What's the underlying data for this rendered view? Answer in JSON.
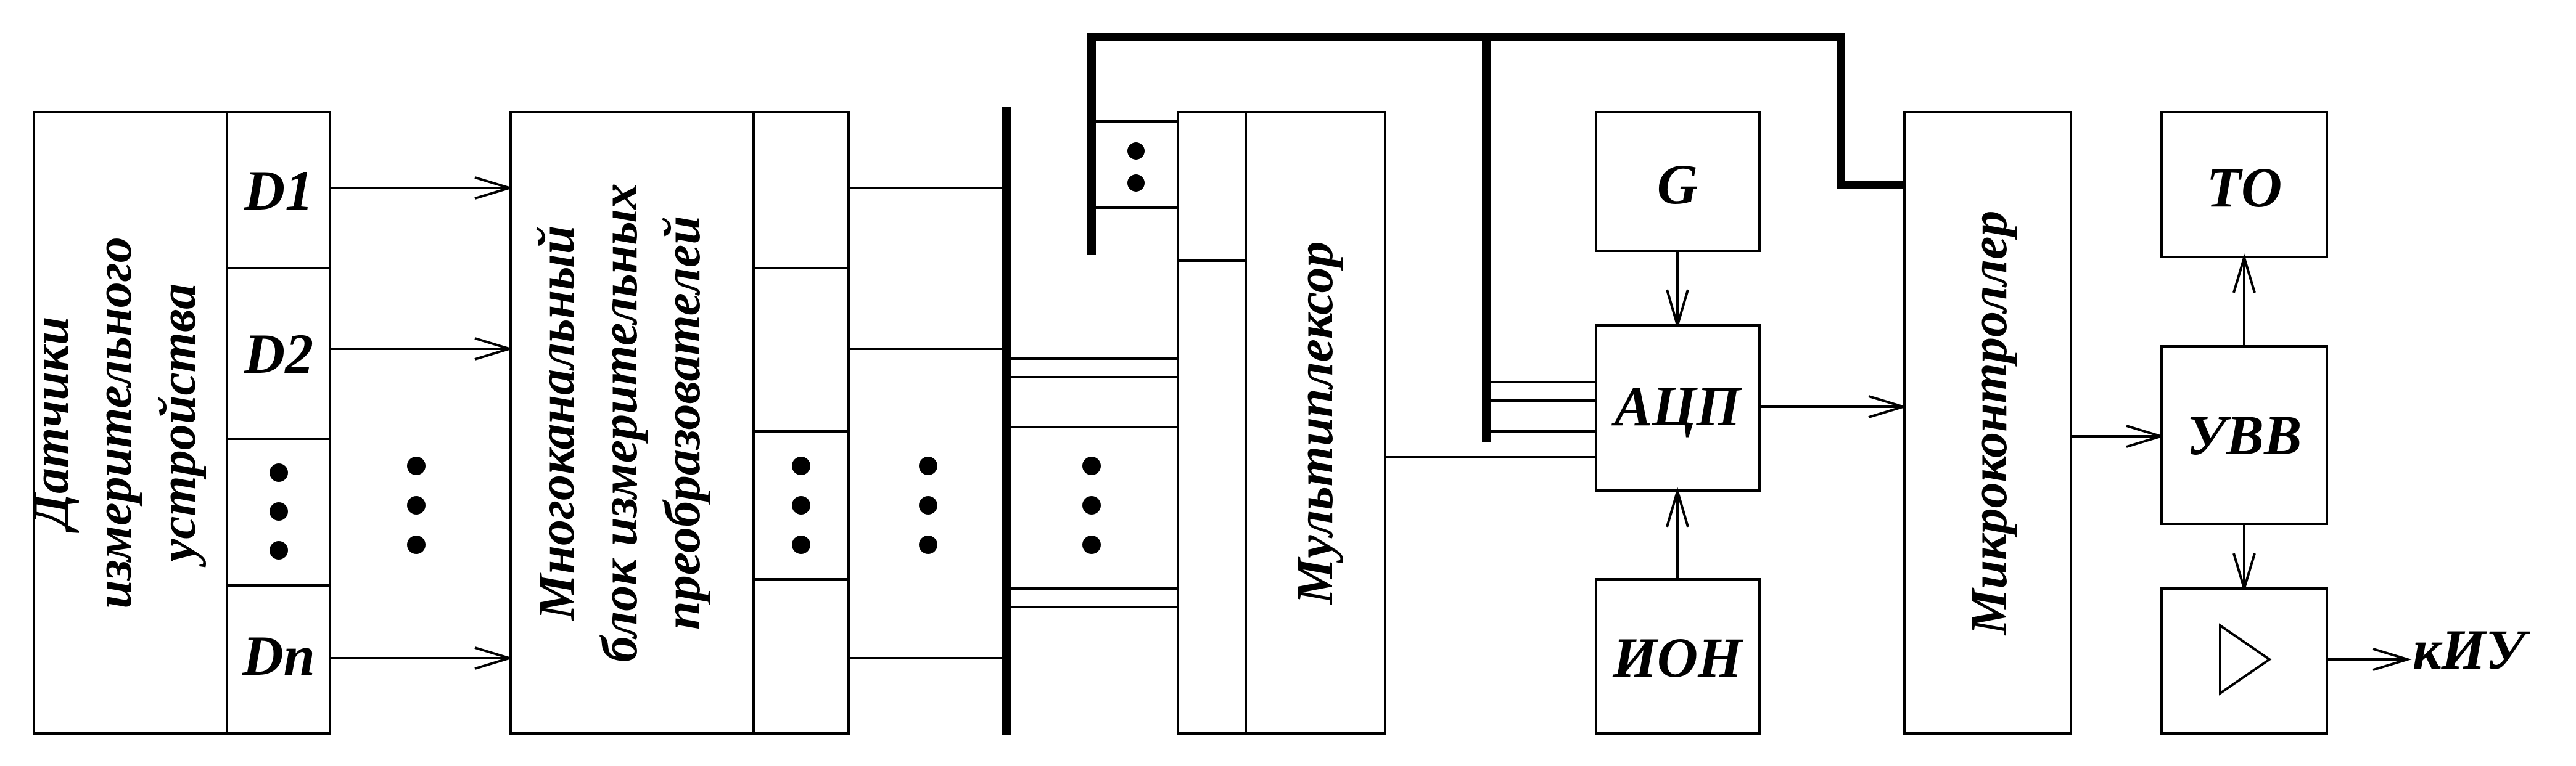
{
  "blocks": {
    "sensors": {
      "lines": [
        "Датчики",
        "измерительного",
        "устройства"
      ]
    },
    "sensor_cells": [
      "D1",
      "D2",
      "Dn"
    ],
    "converters": {
      "lines": [
        "Многоканальный",
        "блок измерительных",
        "преобразователей"
      ]
    },
    "multiplexer": "Мультиплексор",
    "generator": "G",
    "adc": "АЦП",
    "reference": "ИОН",
    "microcontroller": "Микроконтроллер",
    "timer": "ТО",
    "io_device": "УВВ",
    "output_target": "кИУ"
  },
  "icons": {
    "amplifier": "triangle-amplifier-icon",
    "ellipsis": "vertical-ellipsis-icon"
  }
}
